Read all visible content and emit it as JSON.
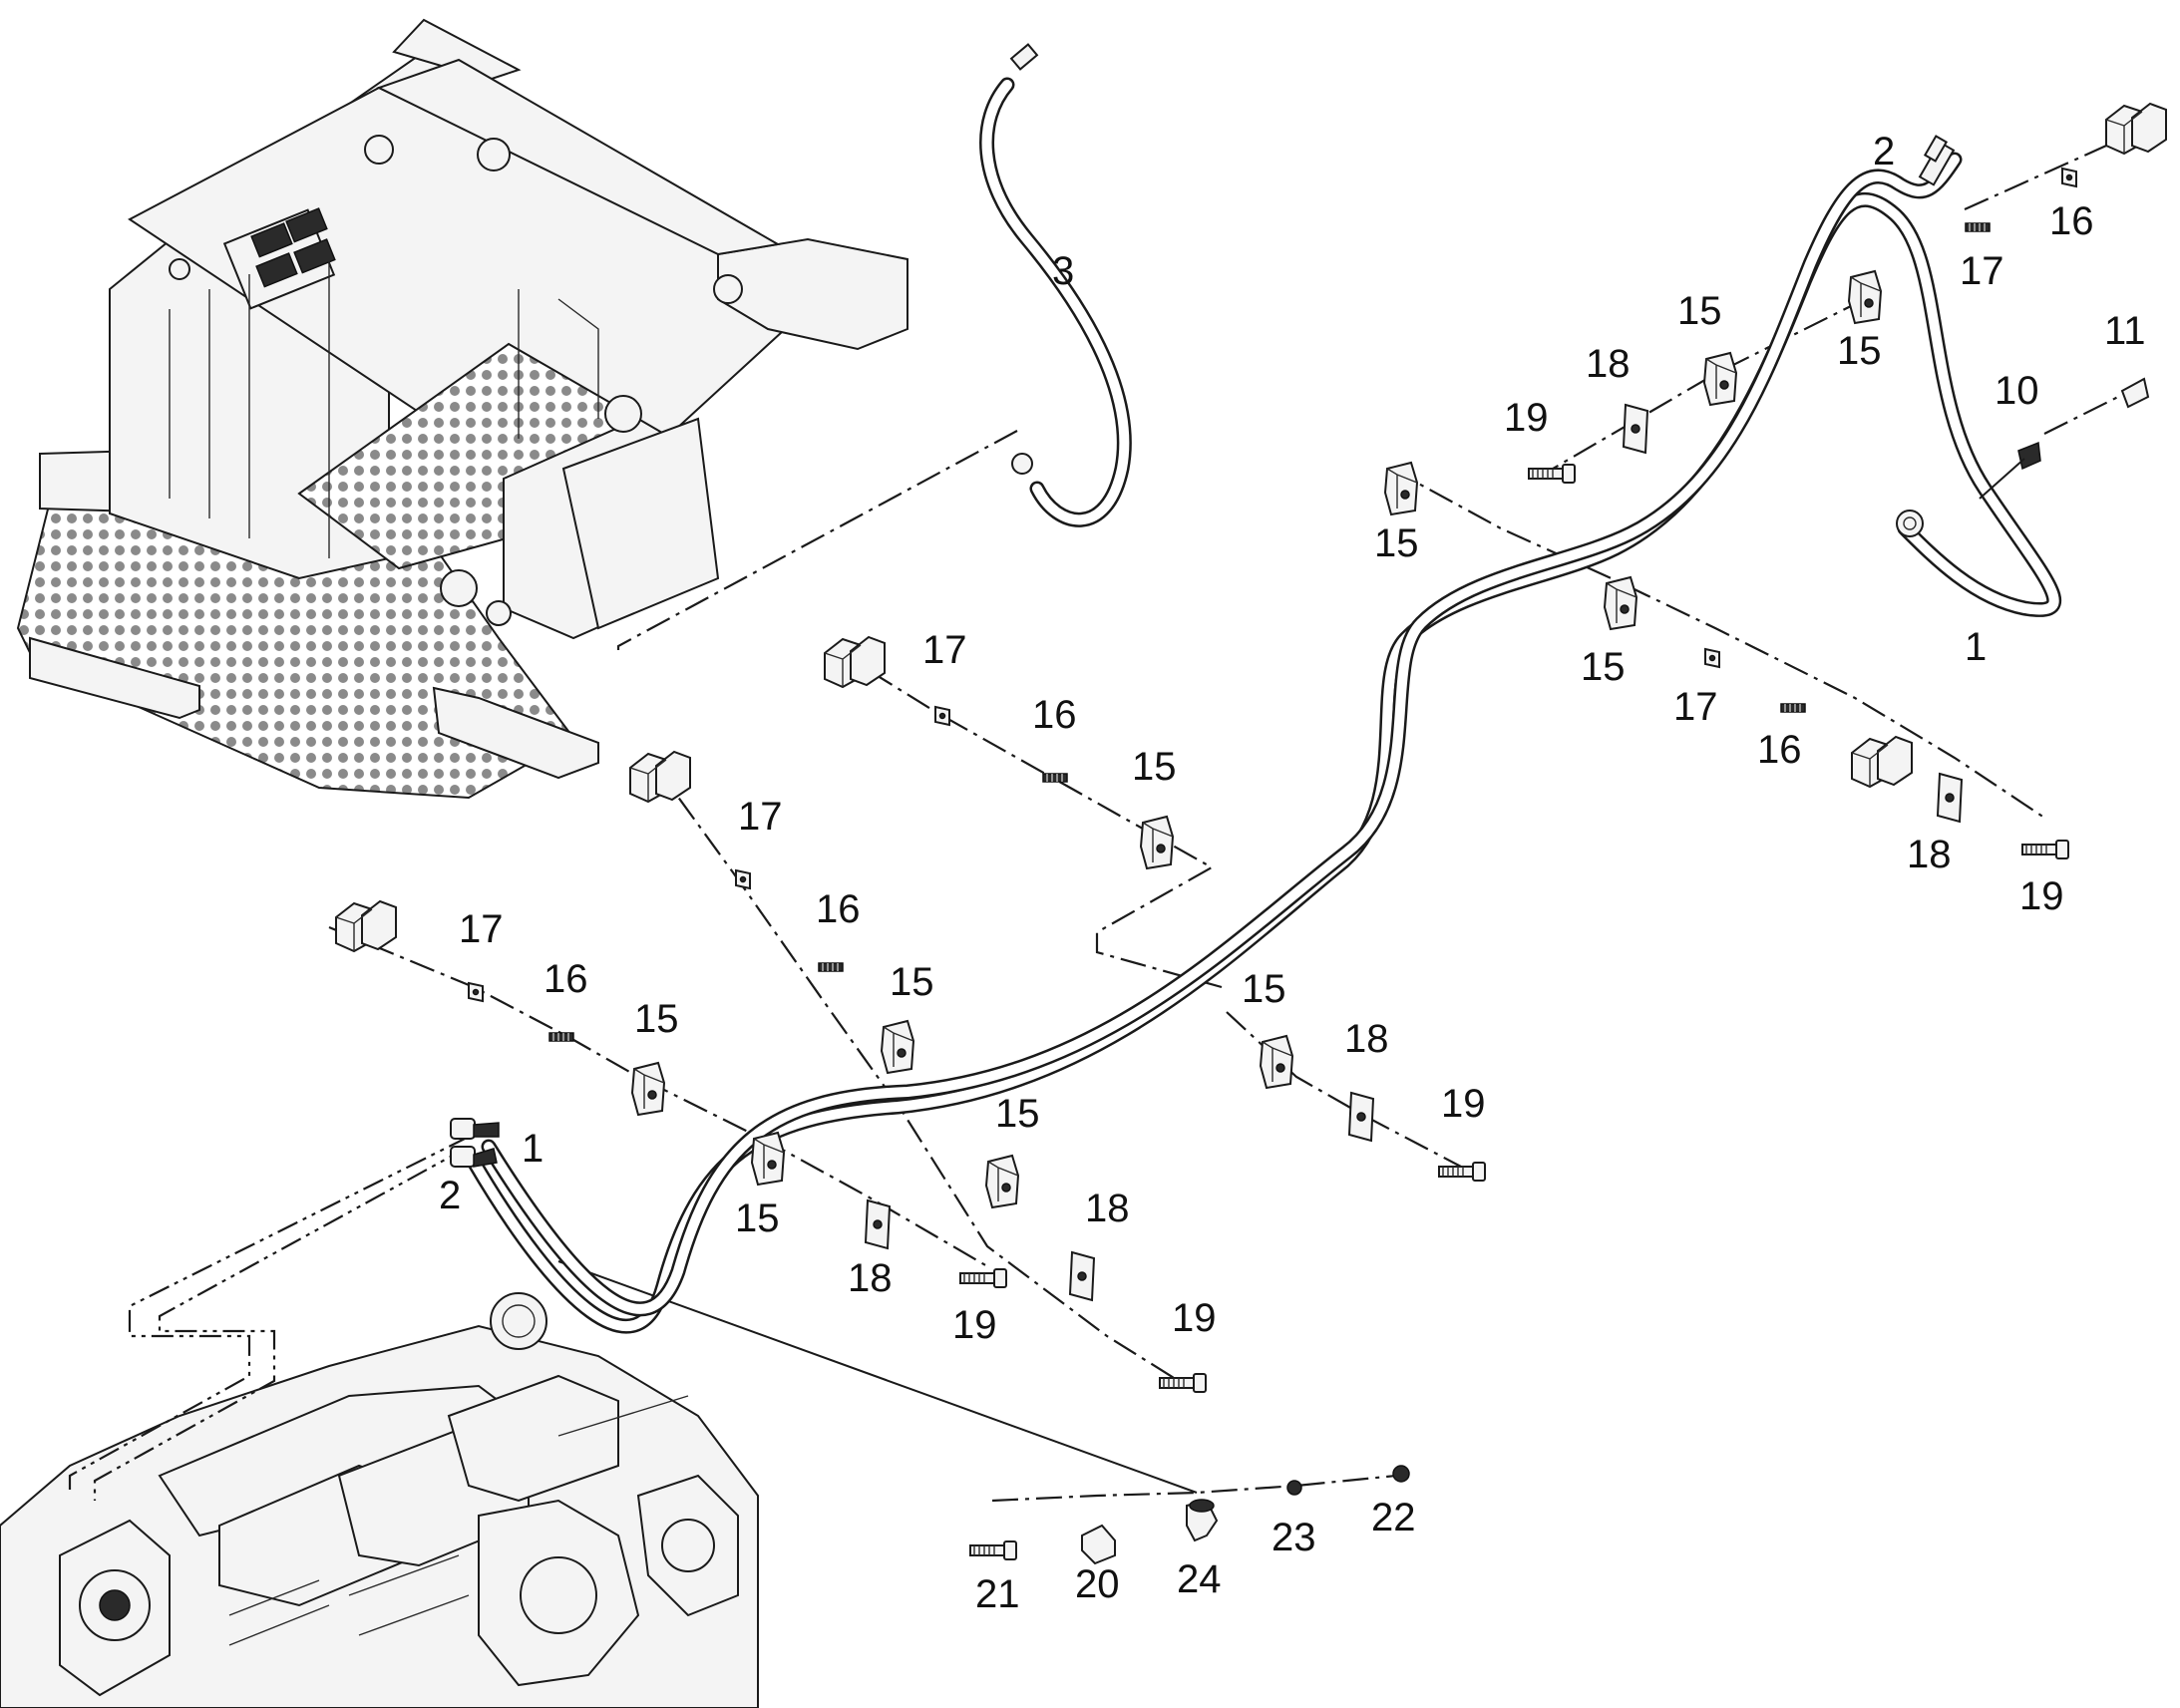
{
  "callouts": {
    "c1a": "1",
    "c1b": "1",
    "c2a": "2",
    "c2b": "2",
    "c3": "3",
    "c10": "10",
    "c11": "11",
    "c15a": "15",
    "c15b": "15",
    "c15c": "15",
    "c15d": "15",
    "c15e": "15",
    "c15f": "15",
    "c15g": "15",
    "c15h": "15",
    "c15i": "15",
    "c15j": "15",
    "c16a": "16",
    "c16b": "16",
    "c16c": "16",
    "c16d": "16",
    "c16e": "16",
    "c17a": "17",
    "c17b": "17",
    "c17c": "17",
    "c17d": "17",
    "c17e": "17",
    "c18a": "18",
    "c18b": "18",
    "c18c": "18",
    "c18d": "18",
    "c18e": "18",
    "c19a": "19",
    "c19b": "19",
    "c19c": "19",
    "c19d": "19",
    "c19e": "19",
    "c20": "20",
    "c21": "21",
    "c22": "22",
    "c23": "23",
    "c24": "24"
  },
  "colors": {
    "line": "#1a1a1a",
    "background": "#ffffff",
    "part_fill": "#f4f4f4"
  }
}
